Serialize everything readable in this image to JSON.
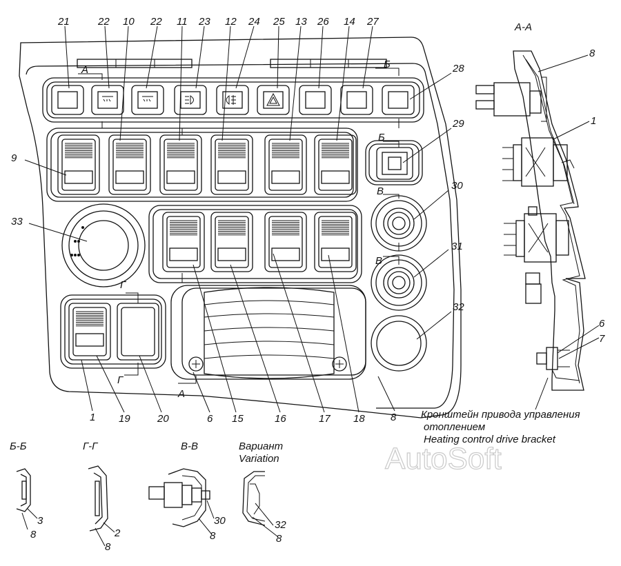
{
  "callouts": [
    "21",
    "22",
    "10",
    "22",
    "11",
    "23",
    "12",
    "24",
    "25",
    "13",
    "26",
    "14",
    "27",
    "28",
    "29",
    "30",
    "31",
    "32",
    "9",
    "33",
    "1",
    "19",
    "20",
    "6",
    "15",
    "16",
    "17",
    "18",
    "8"
  ],
  "section_marks": {
    "a_top": "А",
    "b_top": "Б",
    "b_mid": "Б",
    "v_top": "В",
    "v_bot": "В",
    "g_top": "Г",
    "g_bot": "Г",
    "a_bot": "А"
  },
  "section_aa": {
    "title": "А-А",
    "labels": [
      "8",
      "1",
      "6",
      "7"
    ],
    "caption_ru_1": "Кронштейн привода управления",
    "caption_ru_2": "отоплением",
    "caption_en": "Heating control drive bracket"
  },
  "section_bb": {
    "title": "Б-Б",
    "labels": [
      "3",
      "8"
    ]
  },
  "section_gg": {
    "title": "Г-Г",
    "labels": [
      "2",
      "8"
    ]
  },
  "section_vv": {
    "title": "В-В",
    "labels": [
      "30",
      "8"
    ]
  },
  "variant": {
    "title_ru": "Вариант",
    "title_en": "Variation",
    "labels": [
      "32",
      "8"
    ]
  },
  "watermark": "AutoSoft",
  "icons": [
    "rear-fog-lamp-icon",
    "front-fog-lamp-icon",
    "headlamp-icon",
    "fog-lamp-icon",
    "hazard-warning-icon"
  ]
}
